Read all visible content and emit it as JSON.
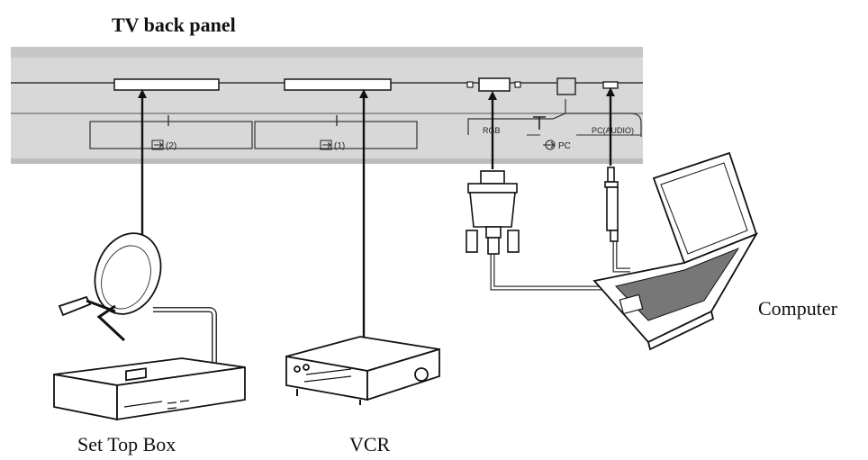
{
  "title": "TV back panel",
  "panel": {
    "port_av2": "(2)",
    "port_av1": "(1)",
    "port_rgb": "RGB",
    "port_pc_audio": "PC(AUDIO)",
    "port_pc": "PC"
  },
  "devices": {
    "set_top_box": "Set Top Box",
    "vcr": "VCR",
    "computer": "Computer"
  }
}
